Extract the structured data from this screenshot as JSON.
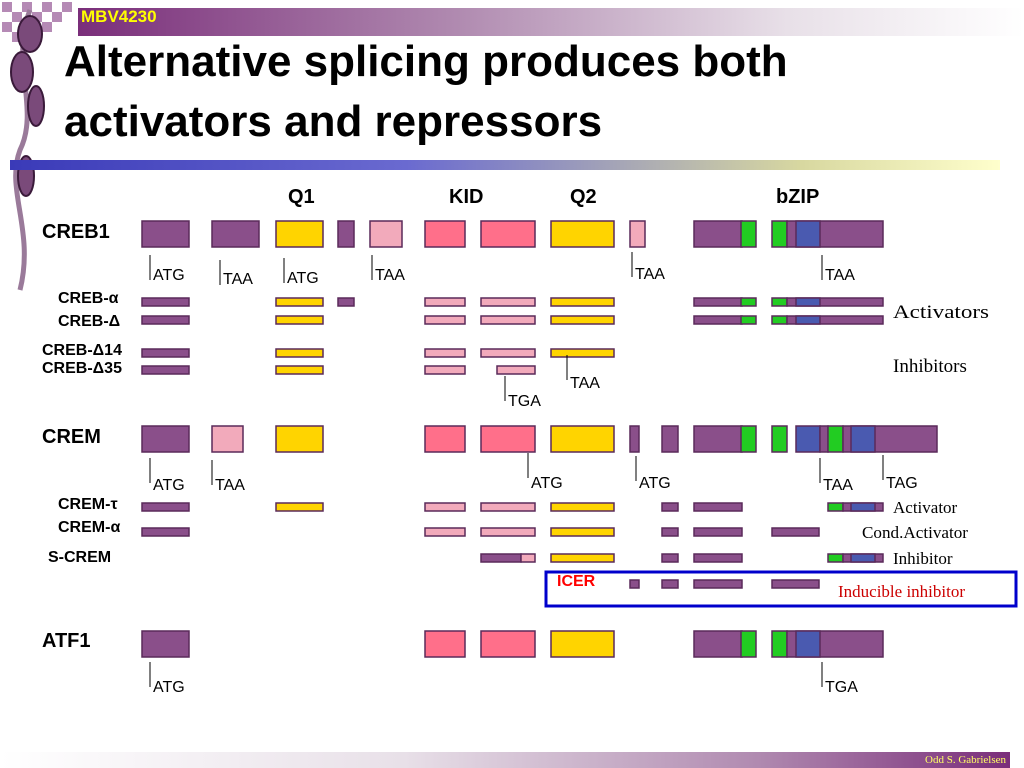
{
  "header": {
    "course": "MBV4230"
  },
  "title": {
    "line1": "Alternative splicing produces both",
    "line2": "activators and repressors"
  },
  "domains": [
    {
      "id": "q1",
      "label": "Q1"
    },
    {
      "id": "kid",
      "label": "KID"
    },
    {
      "id": "q2",
      "label": "Q2"
    },
    {
      "id": "bzip",
      "label": "bZIP"
    }
  ],
  "genes": [
    {
      "id": "creb1",
      "label": "CREB1"
    },
    {
      "id": "crem",
      "label": "CREM"
    },
    {
      "id": "atf1",
      "label": "ATF1"
    }
  ],
  "variants": [
    {
      "id": "creb_alpha",
      "label": "CREB-α"
    },
    {
      "id": "creb_delta",
      "label": "CREB-Δ"
    },
    {
      "id": "creb_d14",
      "label": "CREB-Δ14"
    },
    {
      "id": "creb_d35",
      "label": "CREB-Δ35"
    },
    {
      "id": "crem_tau",
      "label": "CREM-τ"
    },
    {
      "id": "crem_alpha",
      "label": "CREM-α"
    },
    {
      "id": "s_crem",
      "label": "S-CREM"
    },
    {
      "id": "icer",
      "label": "ICER"
    }
  ],
  "annotations": [
    {
      "id": "creb_activators",
      "label": "Activators"
    },
    {
      "id": "creb_inhibitors",
      "label": "Inhibitors"
    },
    {
      "id": "crem_activator",
      "label": "Activator"
    },
    {
      "id": "crem_cond",
      "label": "Cond.Activator"
    },
    {
      "id": "crem_inhibitor",
      "label": "Inhibitor"
    },
    {
      "id": "icer_inducible",
      "label": "Inducible inhibitor"
    }
  ],
  "codons": [
    {
      "id": "creb1_atg1",
      "label": "ATG"
    },
    {
      "id": "creb1_taa1",
      "label": "TAA"
    },
    {
      "id": "creb1_atg2",
      "label": "ATG"
    },
    {
      "id": "creb1_taa2",
      "label": "TAA"
    },
    {
      "id": "creb1_taa3",
      "label": "TAA"
    },
    {
      "id": "creb1_taa4",
      "label": "TAA"
    },
    {
      "id": "creb_d_taa",
      "label": "TAA"
    },
    {
      "id": "creb_d_tga",
      "label": "TGA"
    },
    {
      "id": "crem_atg1",
      "label": "ATG"
    },
    {
      "id": "crem_taa1",
      "label": "TAA"
    },
    {
      "id": "crem_atg2",
      "label": "ATG"
    },
    {
      "id": "crem_atg3",
      "label": "ATG"
    },
    {
      "id": "crem_taa2",
      "label": "TAA"
    },
    {
      "id": "crem_tag",
      "label": "TAG"
    },
    {
      "id": "atf1_atg",
      "label": "ATG"
    },
    {
      "id": "atf1_tga",
      "label": "TGA"
    }
  ],
  "colors": {
    "purple": "#8a4f8a",
    "pink": "#f2aabb",
    "red_pink": "#ff6f8a",
    "yellow": "#ffd400",
    "green": "#22cc22",
    "blue": "#4a5ab0",
    "highlight_box": "#0000cc",
    "icer_text": "#ff0000",
    "inducible_text": "#cc0000"
  },
  "footer": {
    "author": "Odd S. Gabrielsen"
  }
}
